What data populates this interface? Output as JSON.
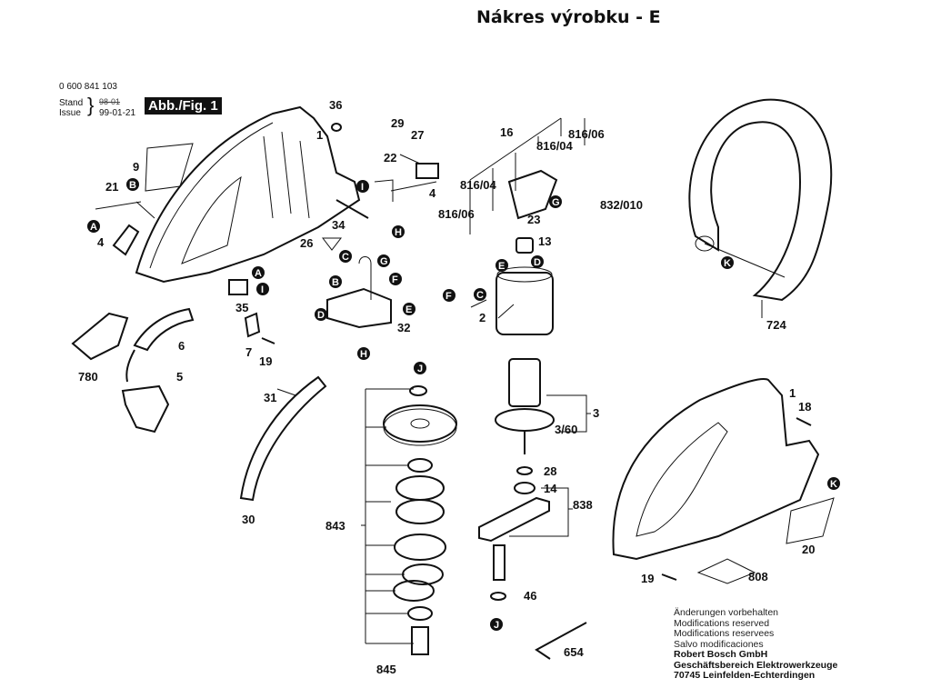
{
  "title": "Nákres výrobku - E",
  "header": {
    "doc_number": "0 600 841 103",
    "stand_label": "Stand",
    "issue_label": "Issue",
    "old_date_struck": "98-01",
    "issue_date": "99-01-21",
    "figure_label": "Abb./Fig. 1"
  },
  "part_labels": [
    {
      "id": "p36",
      "text": "36"
    },
    {
      "id": "p1a",
      "text": "1"
    },
    {
      "id": "p9",
      "text": "9"
    },
    {
      "id": "p21",
      "text": "21"
    },
    {
      "id": "p4a",
      "text": "4"
    },
    {
      "id": "p29",
      "text": "29"
    },
    {
      "id": "p27",
      "text": "27"
    },
    {
      "id": "p22",
      "text": "22"
    },
    {
      "id": "p4b",
      "text": "4"
    },
    {
      "id": "p34",
      "text": "34"
    },
    {
      "id": "p26",
      "text": "26"
    },
    {
      "id": "p16",
      "text": "16"
    },
    {
      "id": "p816_06a",
      "text": "816/06"
    },
    {
      "id": "p816_04a",
      "text": "816/04"
    },
    {
      "id": "p816_04b",
      "text": "816/04"
    },
    {
      "id": "p816_06b",
      "text": "816/06"
    },
    {
      "id": "p23",
      "text": "23"
    },
    {
      "id": "p832",
      "text": "832/010"
    },
    {
      "id": "p13",
      "text": "13"
    },
    {
      "id": "p2",
      "text": "2"
    },
    {
      "id": "p35",
      "text": "35"
    },
    {
      "id": "p6",
      "text": "6"
    },
    {
      "id": "p7",
      "text": "7"
    },
    {
      "id": "p19a",
      "text": "19"
    },
    {
      "id": "p32",
      "text": "32"
    },
    {
      "id": "p780",
      "text": "780"
    },
    {
      "id": "p5",
      "text": "5"
    },
    {
      "id": "p31",
      "text": "31"
    },
    {
      "id": "p30",
      "text": "30"
    },
    {
      "id": "p843",
      "text": "843"
    },
    {
      "id": "p845",
      "text": "845"
    },
    {
      "id": "p3",
      "text": "3"
    },
    {
      "id": "p3_60",
      "text": "3/60"
    },
    {
      "id": "p28",
      "text": "28"
    },
    {
      "id": "p14",
      "text": "14"
    },
    {
      "id": "p838",
      "text": "838"
    },
    {
      "id": "p46",
      "text": "46"
    },
    {
      "id": "p654",
      "text": "654"
    },
    {
      "id": "p724",
      "text": "724"
    },
    {
      "id": "p1b",
      "text": "1"
    },
    {
      "id": "p18",
      "text": "18"
    },
    {
      "id": "p20",
      "text": "20"
    },
    {
      "id": "p19b",
      "text": "19"
    },
    {
      "id": "p808",
      "text": "808"
    }
  ],
  "callouts": [
    "A",
    "B",
    "C",
    "D",
    "E",
    "F",
    "G",
    "H",
    "I",
    "J",
    "K"
  ],
  "footer": {
    "lines": [
      "Änderungen vorbehalten",
      "Modifications reserved",
      "Modifications reservees",
      "Salvo modificaciones"
    ],
    "company": "Robert Bosch GmbH",
    "division": "Geschäftsbereich Elektrowerkzeuge",
    "address": "70745 Leinfelden-Echterdingen"
  }
}
